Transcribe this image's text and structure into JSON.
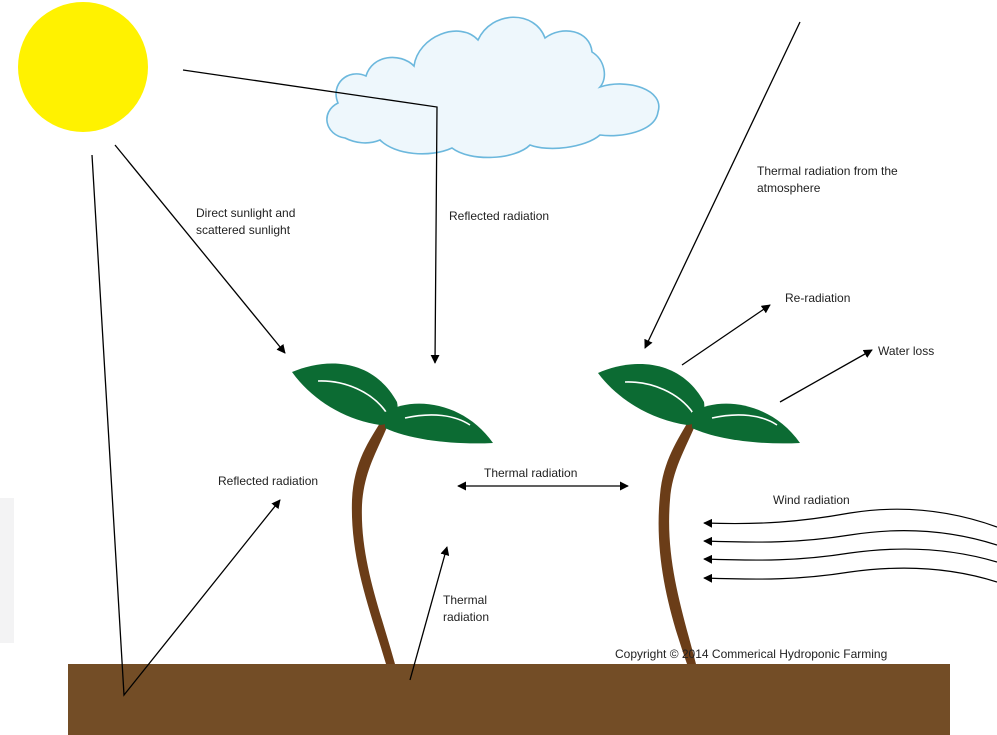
{
  "labels": {
    "direct_sunlight": "Direct sunlight and\nscattered sunlight",
    "reflected_cloud": "Reflected radiation",
    "thermal_atmosphere": "Thermal radiation from the\natmosphere",
    "re_radiation": "Re-radiation",
    "water_loss": "Water loss",
    "thermal_between": "Thermal radiation",
    "wind": "Wind radiation",
    "reflected_ground": "Reflected radiation",
    "thermal_ground": "Thermal\nradiation",
    "copyright": "Copyright © 2014 Commerical Hydroponic Farming"
  },
  "colors": {
    "sun": "#fff200",
    "cloud_stroke": "#6cb8dd",
    "cloud_fill": "#eef7fc",
    "leaf": "#0c6b33",
    "leaf_vein": "#ffffff",
    "stem": "#6b3d18",
    "ground": "#734d26",
    "arrow": "#000000"
  }
}
